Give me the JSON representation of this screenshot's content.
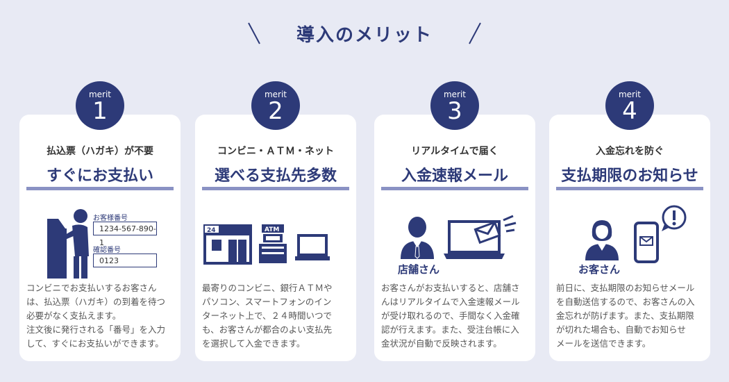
{
  "heading": "導入のメリット",
  "cards": [
    {
      "merit_label": "merit",
      "number": "1",
      "subtitle": "払込票（ハガキ）が不要",
      "title": "すぐにお支払い",
      "field1_label": "お客様番号",
      "field1_value": "1234-567-890-1",
      "field2_label": "確認番号",
      "field2_value": "0123",
      "lines": [
        "コンビニでお支払いするお客さん",
        "は、払込票（ハガキ）の到着を待つ",
        "必要がなく支払えます。",
        "注文後に発行される「番号」を入力",
        "して、すぐにお支払いができます。"
      ]
    },
    {
      "merit_label": "merit",
      "number": "2",
      "subtitle": "コンビニ・ＡＴＭ・ネット",
      "title": "選べる支払先多数",
      "store_sign": "24",
      "atm_sign": "ATM",
      "lines": [
        "最寄りのコンビニ、銀行ＡＴＭや",
        "パソコン、スマートフォンのイン",
        "ターネット上で、２４時間いつで",
        "も、お客さんが都合のよい支払先",
        "を選択して入金できます。"
      ]
    },
    {
      "merit_label": "merit",
      "number": "3",
      "subtitle": "リアルタイムで届く",
      "title": "入金速報メール",
      "person_label": "店舗さん",
      "lines": [
        "お客さんがお支払いすると、店舗さ",
        "んはリアルタイムで入金速報メール",
        "が受け取れるので、手間なく入金確",
        "認が行えます。また、受注台帳に入",
        "金状況が自動で反映されます。"
      ]
    },
    {
      "merit_label": "merit",
      "number": "4",
      "subtitle": "入金忘れを防ぐ",
      "title": "支払期限のお知らせ",
      "person_label": "お客さん",
      "lines": [
        "前日に、支払期限のお知らせメール",
        "を自動送信するので、お客さんの入",
        "金忘れが防げます。また、支払期限",
        "が切れた場合も、自動でお知らせ",
        "メールを送信できます。"
      ]
    }
  ],
  "colors": {
    "background": "#e8eaf4",
    "navy": "#2d3a78",
    "rule": "#8a92c4",
    "card": "#ffffff"
  }
}
